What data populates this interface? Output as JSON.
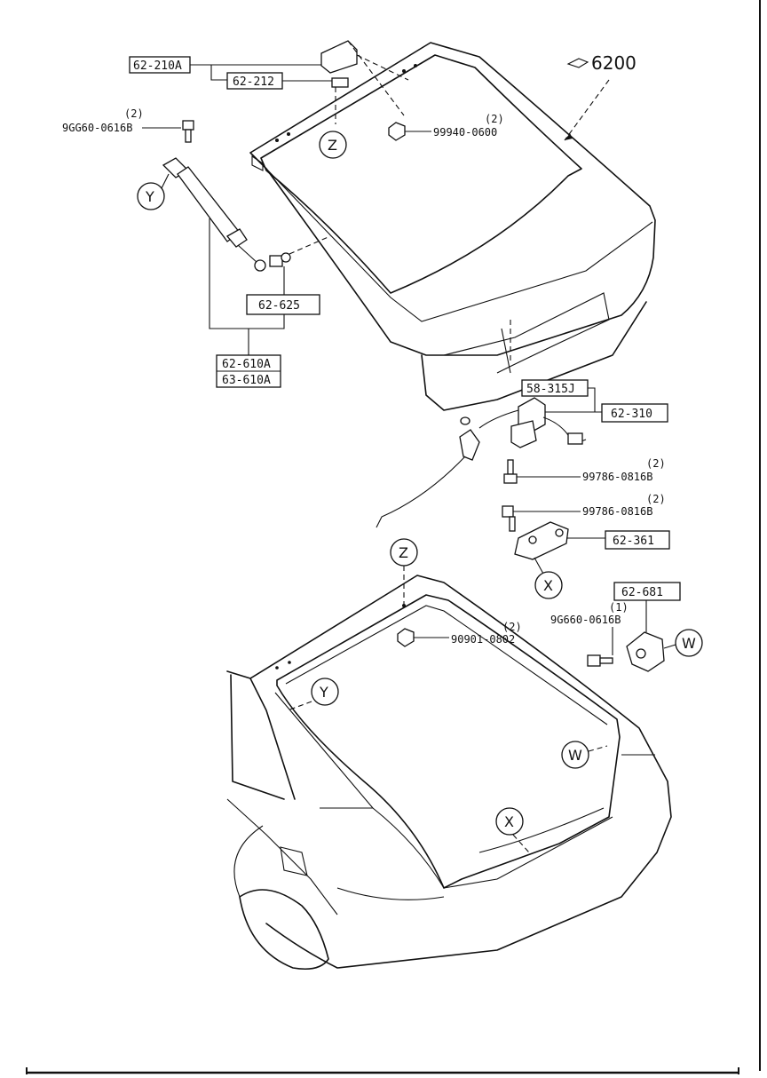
{
  "group_ref": "6200",
  "labels": {
    "hinge_a": "62-210A",
    "hinge_b": "62-212",
    "bolt_1_qty": "(2)",
    "bolt_1": "9GG60-0616B",
    "nut_1_qty": "(2)",
    "nut_1": "99940-0600",
    "stud": "62-625",
    "damper_a": "62-610A",
    "damper_b": "63-610A",
    "lock_a": "58-315J",
    "lock_b": "62-310",
    "bolt_2_qty": "(2)",
    "bolt_2": "99786-0816B",
    "bolt_3_qty": "(2)",
    "bolt_3": "99786-0816B",
    "striker": "62-361",
    "bumper": "62-681",
    "bolt_4_qty": "(1)",
    "bolt_4": "9G660-0616B",
    "nut_2_qty": "(2)",
    "nut_2": "90901-0802"
  },
  "callouts": {
    "z": "Z",
    "y": "Y",
    "x": "X",
    "w": "W"
  }
}
